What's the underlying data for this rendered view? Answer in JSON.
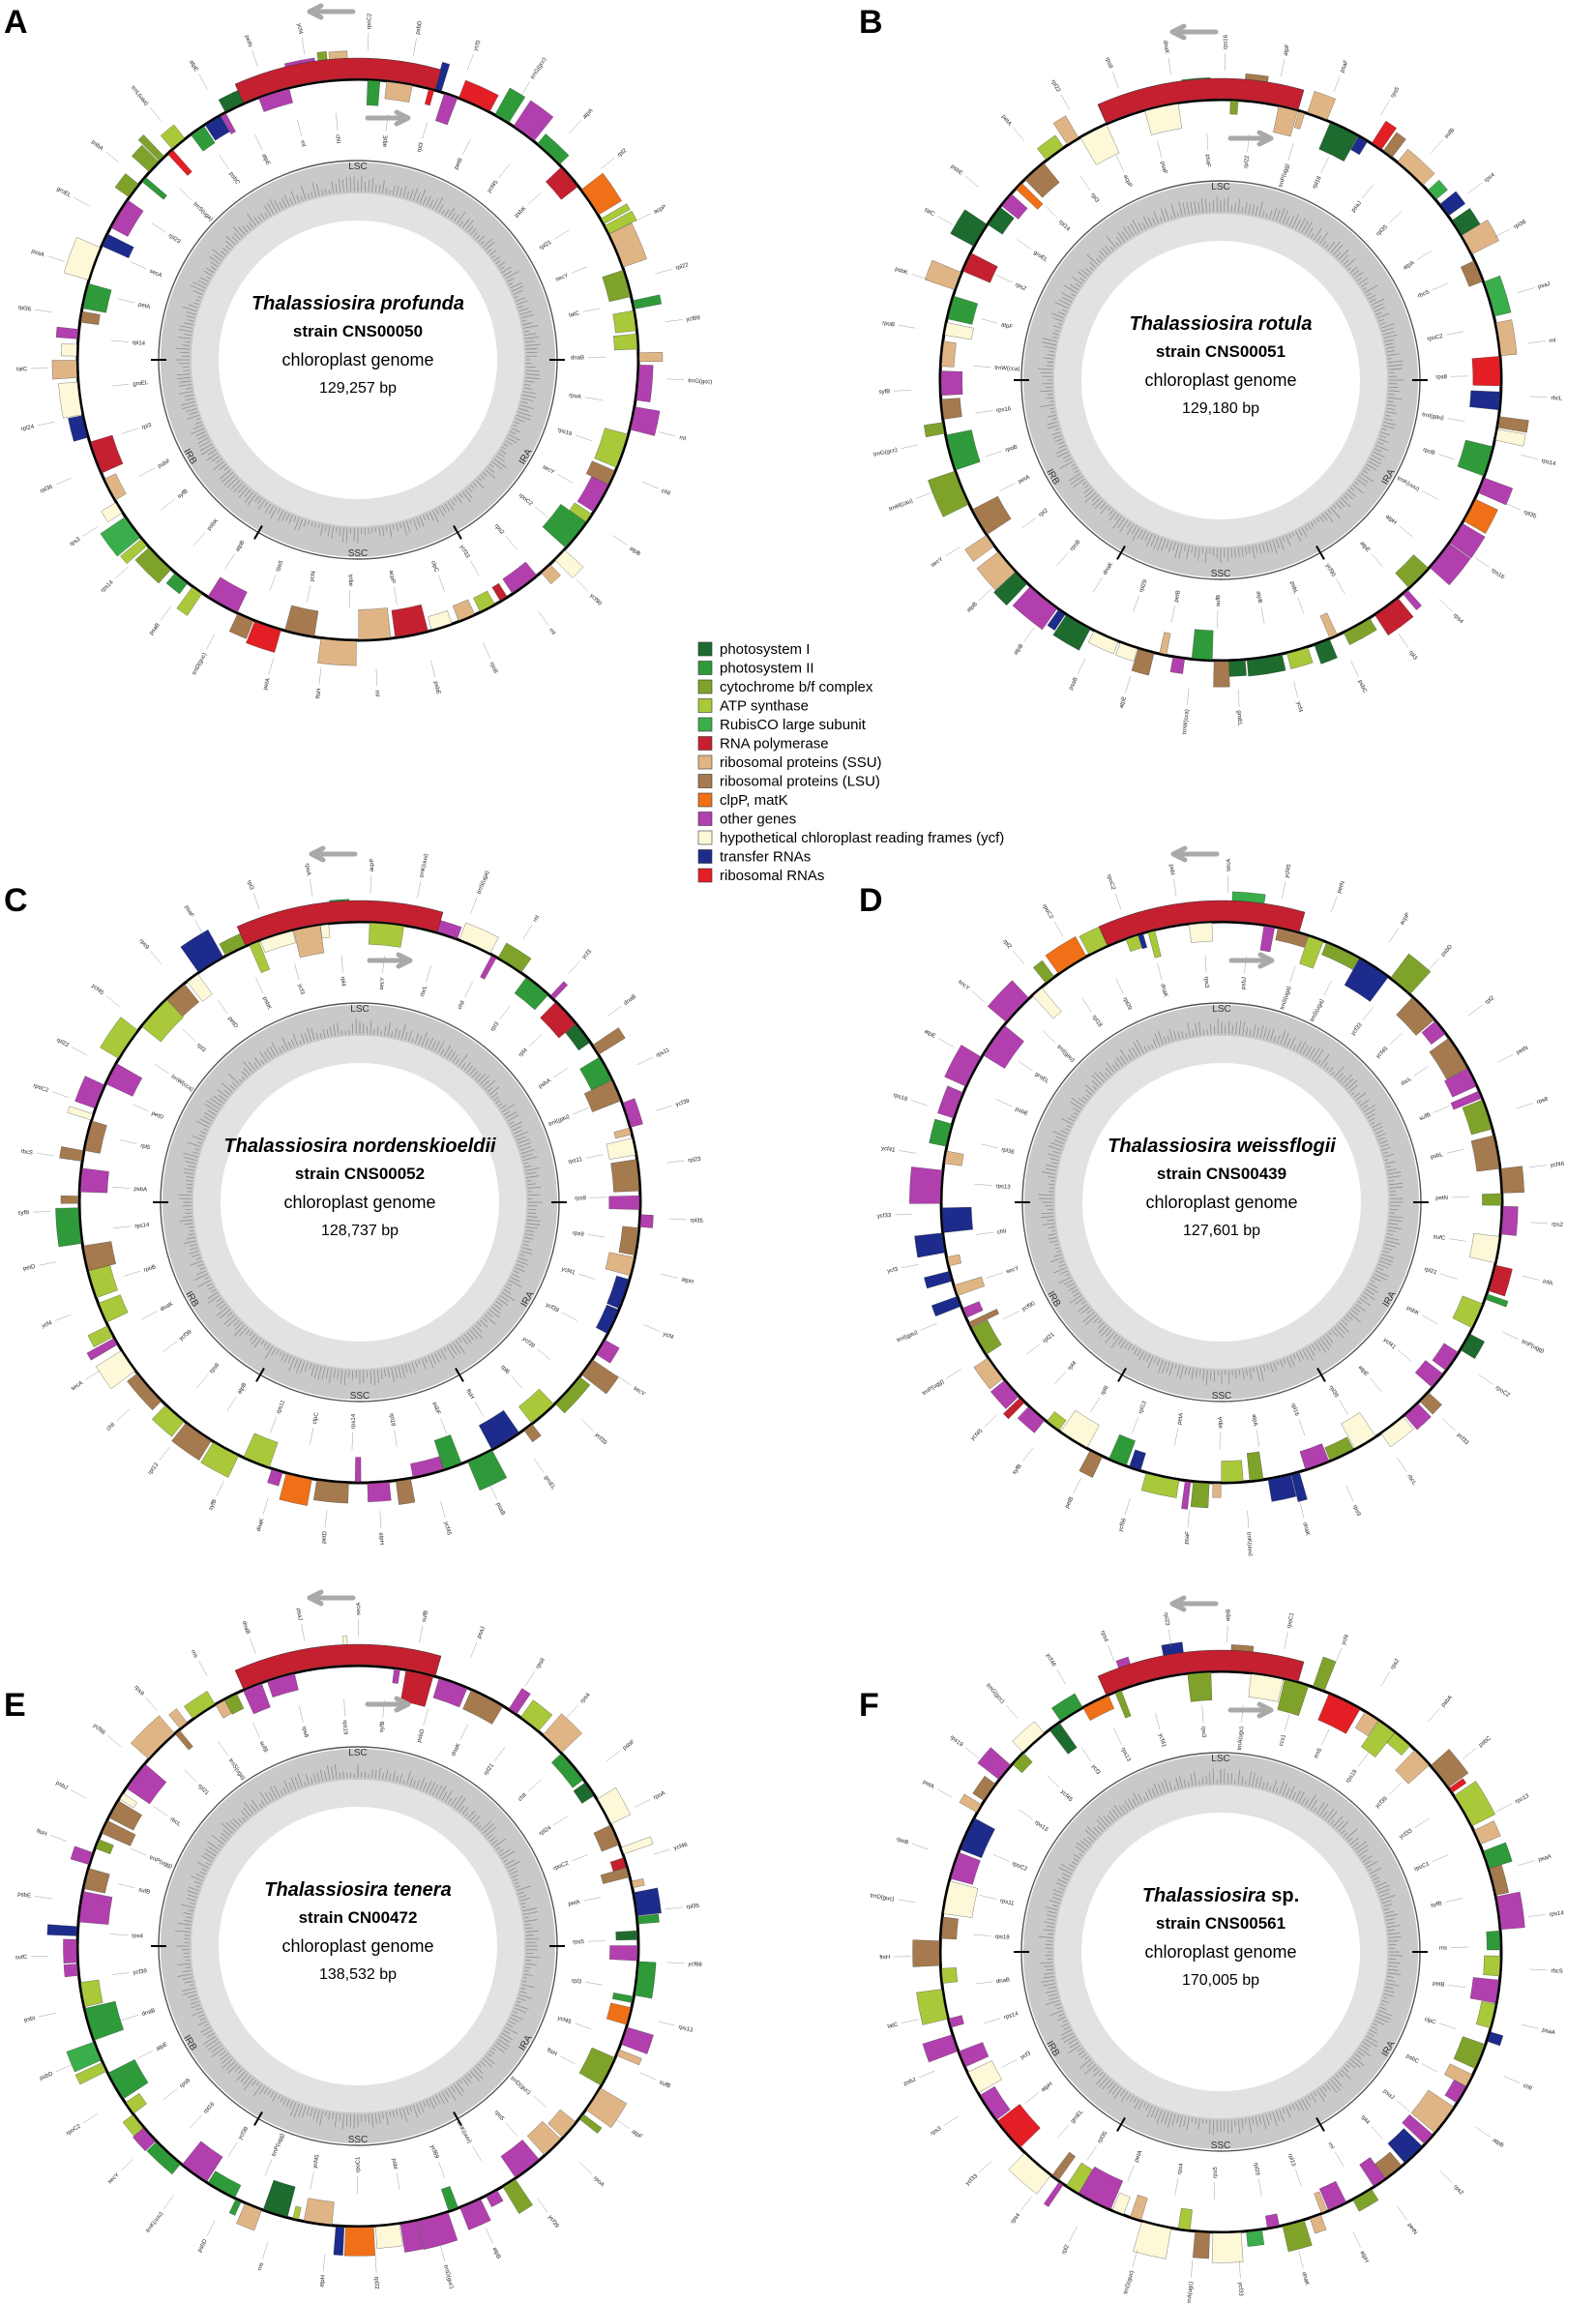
{
  "panels": [
    {
      "letter": "A",
      "species": "Thalassiosira profunda",
      "species_suffix": "",
      "strain": "strain CNS00050",
      "description": "chloroplast genome",
      "size": "129,257 bp"
    },
    {
      "letter": "B",
      "species": "Thalassiosira rotula",
      "species_suffix": "",
      "strain": "strain CNS00051",
      "description": "chloroplast genome",
      "size": "129,180 bp"
    },
    {
      "letter": "C",
      "species": "Thalassiosira nordenskioeldii",
      "species_suffix": "",
      "strain": "strain CNS00052",
      "description": "chloroplast genome",
      "size": "128,737 bp"
    },
    {
      "letter": "D",
      "species": "Thalassiosira weissflogii",
      "species_suffix": "",
      "strain": "strain CNS00439",
      "description": "chloroplast genome",
      "size": "127,601 bp"
    },
    {
      "letter": "E",
      "species": "Thalassiosira tenera",
      "species_suffix": "",
      "strain": "strain CN00472",
      "description": "chloroplast genome",
      "size": "138,532 bp"
    },
    {
      "letter": "F",
      "species": "Thalassiosira",
      "species_suffix": " sp.",
      "strain": "strain CNS00561",
      "description": "chloroplast genome",
      "size": "170,005 bp"
    }
  ],
  "regions": {
    "lsc": "LSC",
    "ira": "IRA",
    "ssc": "SSC",
    "irb": "IRB"
  },
  "legend": [
    {
      "label": "photosystem I",
      "color": "#1d6b2e"
    },
    {
      "label": "photosystem II",
      "color": "#2f9a3a"
    },
    {
      "label": "cytochrome b/f complex",
      "color": "#7fa32a"
    },
    {
      "label": "ATP synthase",
      "color": "#a9c93b"
    },
    {
      "label": "RubisCO large subunit",
      "color": "#3aae4a"
    },
    {
      "label": "RNA polymerase",
      "color": "#c4202f"
    },
    {
      "label": "ribosomal proteins (SSU)",
      "color": "#e0b585"
    },
    {
      "label": "ribosomal proteins (LSU)",
      "color": "#a57a4e"
    },
    {
      "label": "clpP, matK",
      "color": "#f07018"
    },
    {
      "label": "other genes",
      "color": "#b23fae"
    },
    {
      "label": "hypothetical chloroplast reading frames (ycf)",
      "color": "#fcf8d8"
    },
    {
      "label": "transfer RNAs",
      "color": "#1c2b8c"
    },
    {
      "label": "ribosomal RNAs",
      "color": "#e31e25"
    }
  ],
  "gene_labels": [
    "psaA",
    "psaB",
    "psbA",
    "psbC",
    "psbD",
    "rbcL",
    "rbcS",
    "atpA",
    "atpB",
    "atpE",
    "atpF",
    "atpH",
    "petB",
    "petD",
    "rpoB",
    "rpoC1",
    "rpoC2",
    "rps4",
    "rps11",
    "rps14",
    "rpl2",
    "rpl14",
    "rpl16",
    "clpC",
    "secA",
    "ftsH",
    "dnaK",
    "chlI",
    "ycf3",
    "ycf4",
    "ycf45",
    "trnP(ugg)",
    "trnA(ugc)",
    "trnI(gau)",
    "trnM(cau)",
    "rns",
    "rnl",
    "rrn5",
    "sufB",
    "sufC",
    "groEL",
    "petA",
    "psaF",
    "psaJ",
    "rps2",
    "rps16",
    "rpl21",
    "rpl35",
    "tatC",
    "ccs1",
    "dnaB",
    "ycf66",
    "trnW(cca)",
    "trnL(uaa)",
    "trnS(uga)",
    "psbE",
    "psbF",
    "psbL",
    "psbJ",
    "rpl3",
    "rpl4",
    "rpl23",
    "rps19",
    "rps3",
    "rpl22",
    "rpl29",
    "rpl5",
    "rpl6",
    "rps8",
    "rps5",
    "rpl18",
    "rpl24",
    "secY",
    "infA",
    "rpl36",
    "rps13",
    "rpoA",
    "rpl13",
    "rps9",
    "psbK",
    "psbI",
    "petN",
    "ycf89",
    "ycf90",
    "ycf46",
    "ycf39",
    "ycf41",
    "ycf33",
    "syfB",
    "acpP",
    "trnD(guc)",
    "trnG(gcc)",
    "trnK(uuu)"
  ]
}
